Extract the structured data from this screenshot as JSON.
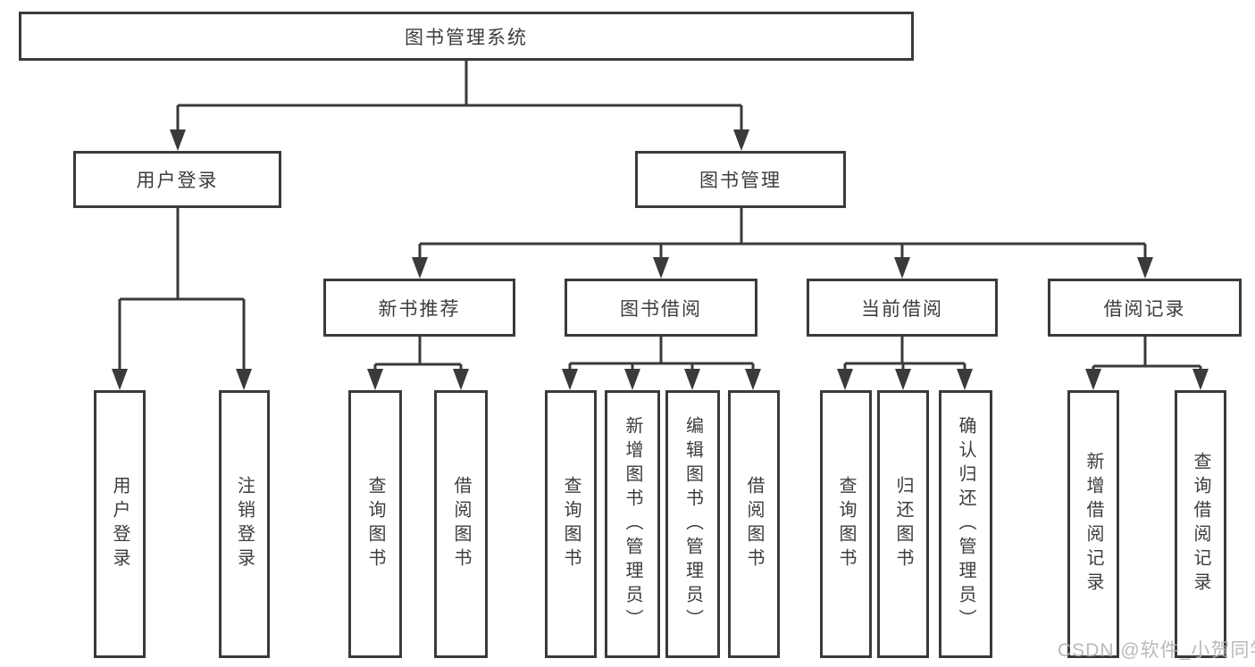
{
  "diagram": {
    "root": {
      "label": "图书管理系统"
    },
    "level2": {
      "user_login": {
        "label": "用户登录"
      },
      "book_management": {
        "label": "图书管理"
      }
    },
    "level3": {
      "new_book_recommend": {
        "label": "新书推荐"
      },
      "book_borrowing": {
        "label": "图书借阅"
      },
      "current_borrowing": {
        "label": "当前借阅"
      },
      "borrowing_records": {
        "label": "借阅记录"
      }
    },
    "leaves": {
      "user_login": "用户登录",
      "logout_login": "注销登录",
      "rec_query_books": "查询图书",
      "rec_borrow_books": "借阅图书",
      "bb_query_books": "查询图书",
      "bb_add_book_admin": "新增图书（管理员）",
      "bb_edit_book_admin": "编辑图书（管理员）",
      "bb_borrow_books": "借阅图书",
      "cb_query_books": "查询图书",
      "cb_return_books": "归还图书",
      "cb_confirm_return_admin": "确认归还（管理员）",
      "br_add_borrow_record": "新增借阅记录",
      "br_query_borrow_record": "查询借阅记录"
    }
  },
  "watermark": {
    "text": "CSDN @软件_小贺同学"
  },
  "colors": {
    "line": "#3a3a3a",
    "text": "#3d3d3d",
    "background": "#ffffff",
    "watermark": "#b2b2b2"
  }
}
